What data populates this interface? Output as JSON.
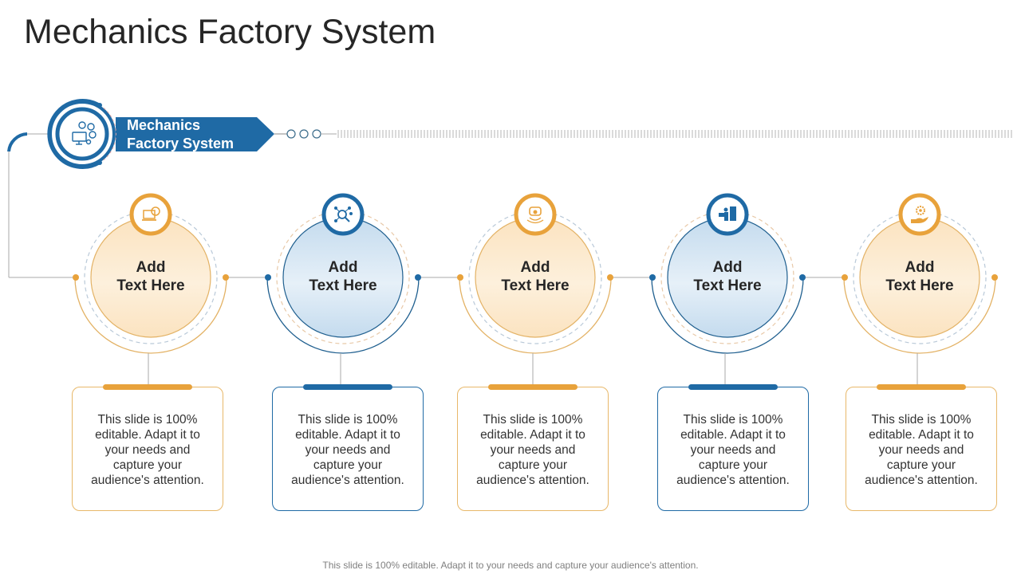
{
  "title": "Mechanics Factory System",
  "banner": {
    "line1": "Mechanics",
    "line2": "Factory System",
    "icon": "team-monitor-gear-icon"
  },
  "colors": {
    "blue": "#1f6aa5",
    "orange": "#e8a23b",
    "blue_fill": "#c9dff0",
    "orange_fill": "#fbe6c6"
  },
  "nodes": [
    {
      "label_line1": "Add",
      "label_line2": "Text Here",
      "theme": "orange",
      "icon": "laptop-gear-icon",
      "description": "This slide is 100% editable. Adapt it to your needs and capture your audience's attention."
    },
    {
      "label_line1": "Add",
      "label_line2": "Text Here",
      "theme": "blue",
      "icon": "network-search-icon",
      "description": "This slide is 100% editable. Adapt it to your needs and capture your audience's attention."
    },
    {
      "label_line1": "Add",
      "label_line2": "Text Here",
      "theme": "orange",
      "icon": "sensor-camera-icon",
      "description": "This slide is 100% editable. Adapt it to your needs and capture your audience's attention."
    },
    {
      "label_line1": "Add",
      "label_line2": "Text Here",
      "theme": "blue",
      "icon": "worker-machine-icon",
      "description": "This slide is 100% editable. Adapt it to your needs and capture your audience's attention."
    },
    {
      "label_line1": "Add",
      "label_line2": "Text Here",
      "theme": "orange",
      "icon": "hand-gear-icon",
      "description": "This slide is 100% editable. Adapt it to your needs and capture your audience's attention."
    }
  ],
  "footer": "This slide is 100% editable. Adapt it to your needs and capture your audience's attention."
}
